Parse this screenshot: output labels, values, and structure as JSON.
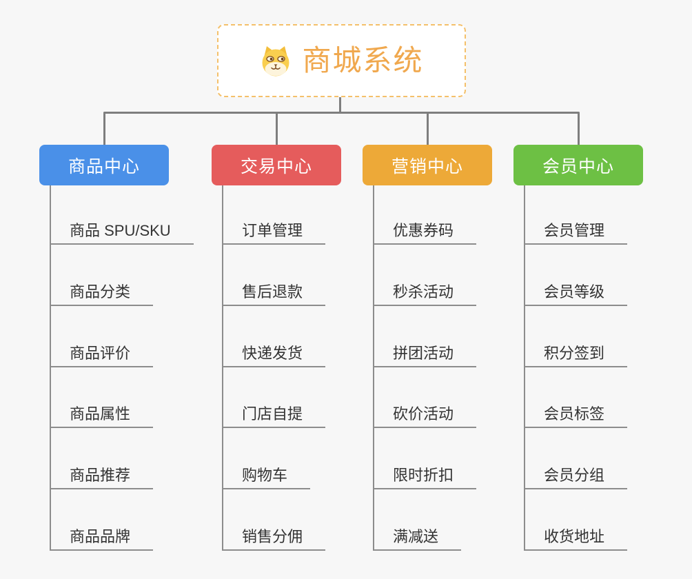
{
  "theme": {
    "canvas-bg": "#f7f7f7",
    "line-color": "#7e7e7e",
    "underline-color": "#8c8c8c",
    "root-accent": "#f0a84e",
    "root-border": "#f4c06a",
    "item-text": "#333333"
  },
  "root": {
    "title": "商城系统",
    "icon": "dog-icon"
  },
  "branches": [
    {
      "label": "商品中心",
      "color": "#4a90e8",
      "items": [
        "商品 SPU/SKU",
        "商品分类",
        "商品评价",
        "商品属性",
        "商品推荐",
        "商品品牌"
      ]
    },
    {
      "label": "交易中心",
      "color": "#e55c5c",
      "items": [
        "订单管理",
        "售后退款",
        "快递发货",
        "门店自提",
        "购物车",
        "销售分佣"
      ]
    },
    {
      "label": "营销中心",
      "color": "#eda938",
      "items": [
        "优惠券码",
        "秒杀活动",
        "拼团活动",
        "砍价活动",
        "限时折扣",
        "满减送"
      ]
    },
    {
      "label": "会员中心",
      "color": "#6dc044",
      "items": [
        "会员管理",
        "会员等级",
        "积分签到",
        "会员标签",
        "会员分组",
        "收货地址"
      ]
    }
  ]
}
